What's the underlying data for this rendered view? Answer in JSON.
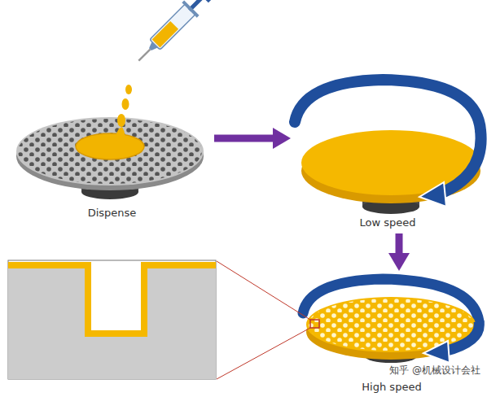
{
  "diagram": {
    "nodes": [
      {
        "text": [
          "Dispense"
        ]
      },
      {
        "text": [
          "Low speed"
        ]
      },
      {
        "text": [
          "High speed"
        ]
      }
    ],
    "edges": [
      {
        "from": 0,
        "to": 1,
        "arrow": "to"
      },
      {
        "from": 1,
        "to": 2,
        "arrow": "to"
      }
    ],
    "labels": [
      "知乎 @机械设计会社"
    ]
  }
}
